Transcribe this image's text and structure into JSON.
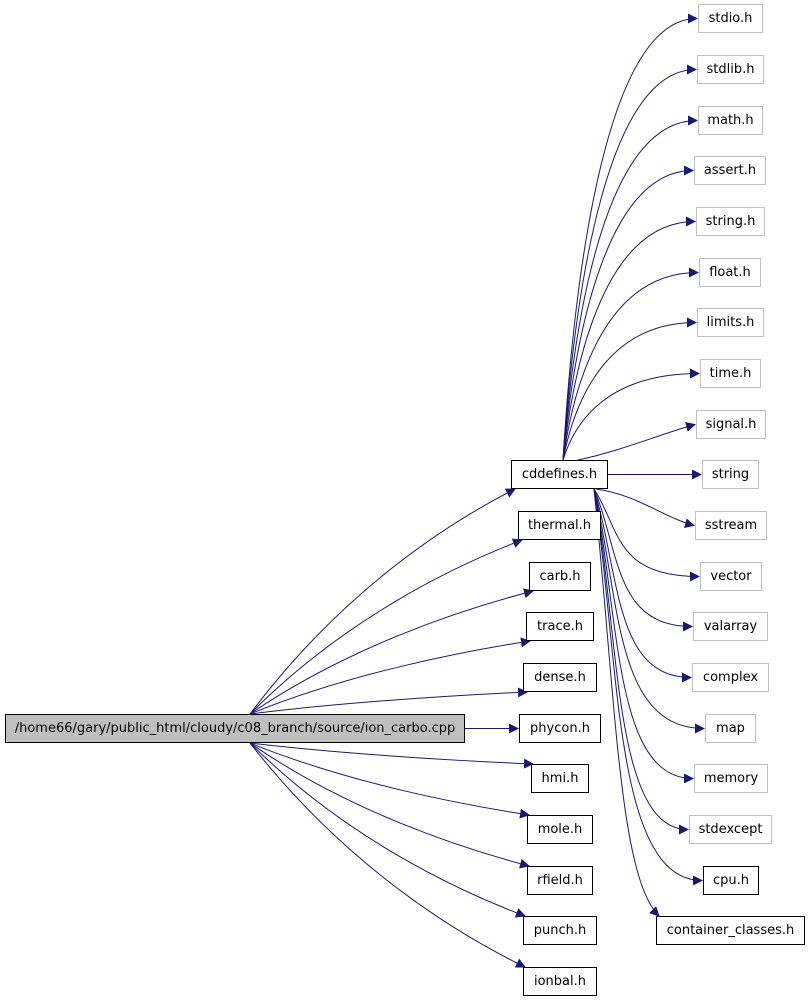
{
  "graph": {
    "edge_color": "#191970",
    "root": {
      "label": "/home66/gary/public_html/cloudy/c08_branch/source/ion_carbo.cpp",
      "fill": "#bfbfbf"
    },
    "hub": {
      "label": "cddefines.h"
    },
    "direct_includes": [
      {
        "label": "thermal.h"
      },
      {
        "label": "carb.h"
      },
      {
        "label": "trace.h"
      },
      {
        "label": "dense.h"
      },
      {
        "label": "phycon.h"
      },
      {
        "label": "hmi.h"
      },
      {
        "label": "mole.h"
      },
      {
        "label": "rfield.h"
      },
      {
        "label": "punch.h"
      },
      {
        "label": "ionbal.h"
      }
    ],
    "hub_includes": [
      {
        "label": "stdio.h",
        "system": true
      },
      {
        "label": "stdlib.h",
        "system": true
      },
      {
        "label": "math.h",
        "system": true
      },
      {
        "label": "assert.h",
        "system": true
      },
      {
        "label": "string.h",
        "system": true
      },
      {
        "label": "float.h",
        "system": true
      },
      {
        "label": "limits.h",
        "system": true
      },
      {
        "label": "time.h",
        "system": true
      },
      {
        "label": "signal.h",
        "system": true
      },
      {
        "label": "string",
        "system": true
      },
      {
        "label": "sstream",
        "system": true
      },
      {
        "label": "vector",
        "system": true
      },
      {
        "label": "valarray",
        "system": true
      },
      {
        "label": "complex",
        "system": true
      },
      {
        "label": "map",
        "system": true
      },
      {
        "label": "memory",
        "system": true
      },
      {
        "label": "stdexcept",
        "system": true
      },
      {
        "label": "cpu.h",
        "system": false
      },
      {
        "label": "container_classes.h",
        "system": false
      }
    ]
  }
}
